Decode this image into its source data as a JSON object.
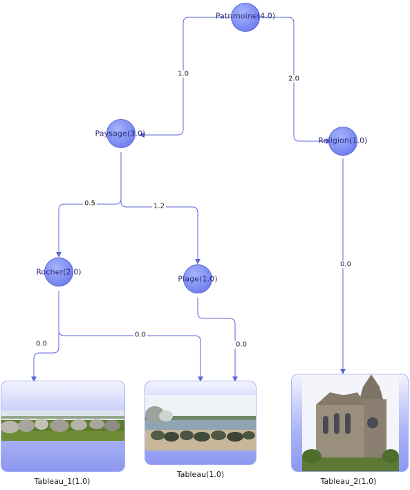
{
  "nodes": {
    "patrimoine": "Patrimoine(4.0)",
    "paysage": "Paysage(3.0)",
    "religion": "Religion(1.0)",
    "rocher": "Rocher(2.0)",
    "plage": "Plage(1.0)"
  },
  "edges": {
    "patrimoine_paysage": "1.0",
    "patrimoine_religion": "2.0",
    "paysage_rocher": "0.5",
    "paysage_plage": "1.2",
    "religion_tableau2": "0.0",
    "rocher_tableau1": "0.0",
    "rocher_tableau": "0.0",
    "plage_tableau": "0.0"
  },
  "leaves": {
    "tableau_1": "Tableau_1(1.0)",
    "tableau": "Tableau(1.0)",
    "tableau_2": "Tableau_2(1.0)"
  },
  "colors": {
    "edge": "#5b66d6",
    "node": "#7f8ef3"
  }
}
